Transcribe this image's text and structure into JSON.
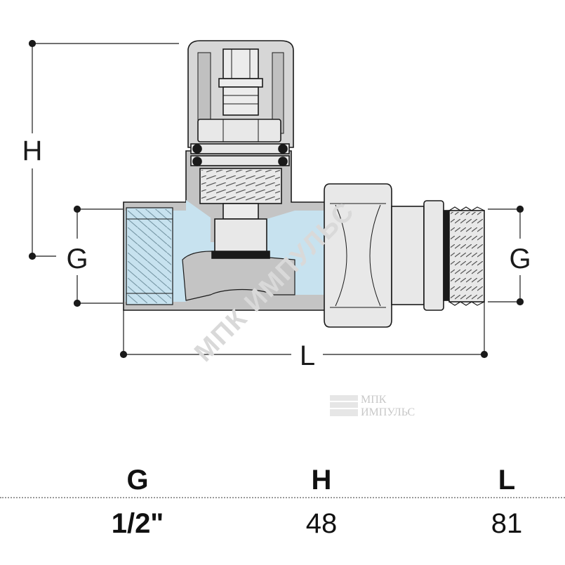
{
  "drawing": {
    "labels": {
      "height": "H",
      "thread_left": "G",
      "thread_right": "G",
      "length": "L"
    },
    "watermark": {
      "diagonal": "МПК ИМПУЛЬС",
      "logo_line1": "МПК",
      "logo_line2": "ИМПУЛЬС"
    }
  },
  "table": {
    "headers": [
      "G",
      "H",
      "L"
    ],
    "values": [
      "1/2\"",
      "48",
      "81"
    ]
  },
  "colors": {
    "cap": "#d6d6d6",
    "body": "#c4c4c4",
    "water": "#c7e2ef",
    "metal": "#e8e8e8",
    "outline": "#1a1a1a",
    "dimension": "#1a1a1a"
  }
}
